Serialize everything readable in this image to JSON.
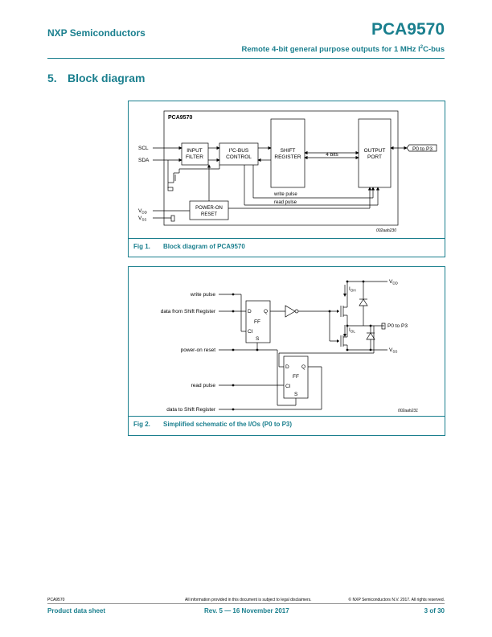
{
  "header": {
    "company": "NXP Semiconductors",
    "product": "PCA9570",
    "subtitle_main": "Remote 4-bit general purpose outputs for 1 MHz I",
    "subtitle_sup": "2",
    "subtitle_tail": "C-bus"
  },
  "section": {
    "number": "5.",
    "title": "Block diagram"
  },
  "fig1": {
    "chip_label": "PCA9570",
    "scl": "SCL",
    "sda": "SDA",
    "vdd_main": "V",
    "vdd_sub": "DD",
    "vss_main": "V",
    "vss_sub": "SS",
    "input_filter_1": "INPUT",
    "input_filter_2": "FILTER",
    "i2c_1_main": "I",
    "i2c_1_sup": "2",
    "i2c_1_tail": "C-BUS",
    "i2c_2": "CONTROL",
    "shift_1": "SHIFT",
    "shift_2": "REGISTER",
    "bits": "4 bits",
    "output_1": "OUTPUT",
    "output_2": "PORT",
    "port_label": "P0 to P3",
    "write_pulse": "write pulse",
    "read_pulse": "read pulse",
    "por_1": "POWER-ON",
    "por_2": "RESET",
    "code": "002aah230",
    "caption_label": "Fig 1.",
    "caption_text": "Block diagram of PCA9570"
  },
  "fig2": {
    "write_pulse": "write pulse",
    "data_from": "data from Shift Register",
    "por": "power-on reset",
    "read_pulse": "read pulse",
    "data_to": "data to Shift Register",
    "ff_d": "D",
    "ff_q": "Q",
    "ff_ff": "FF",
    "ff_ci": "CI",
    "ff_s": "S",
    "vdd_main": "V",
    "vdd_sub": "DD",
    "vss_main": "V",
    "vss_sub": "SS",
    "ioh_main": "I",
    "ioh_sub": "OH",
    "iol_main": "I",
    "iol_sub": "OL",
    "port_label": "P0 to P3",
    "code": "002aah231",
    "caption_label": "Fig 2.",
    "caption_text": "Simplified schematic of the I/Os (P0 to P3)"
  },
  "footer": {
    "doc_id": "PCA9570",
    "disclaimer": "All information provided in this document is subject to legal disclaimers.",
    "copyright": "© NXP Semiconductors N.V. 2017. All rights reserved.",
    "doc_type": "Product data sheet",
    "revision": "Rev. 5 — 16 November 2017",
    "page": "3 of 30"
  }
}
